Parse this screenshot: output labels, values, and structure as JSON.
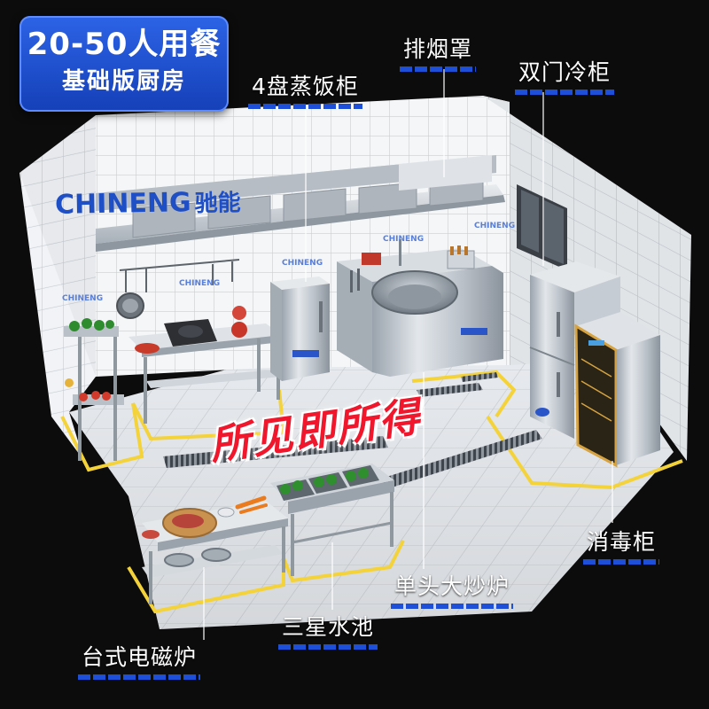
{
  "badge": {
    "line1": "20-50人用餐",
    "line2": "基础版厨房"
  },
  "brand": {
    "name_en": "CHINENG",
    "name_cn": "驰能"
  },
  "slogan": "所见即所得",
  "callouts": {
    "exhaust_hood": "排烟罩",
    "steamer": "4盘蒸饭柜",
    "fridge": "双门冷柜",
    "sterilizer": "消毒柜",
    "wok": "单头大炒炉",
    "sink": "三星水池",
    "induction": "台式电磁炉"
  },
  "colors": {
    "accent_blue": "#1e4fd8",
    "slogan_red": "#f0162c",
    "floor_line_yellow": "#f3d23a",
    "background": "#0c0c0c"
  }
}
